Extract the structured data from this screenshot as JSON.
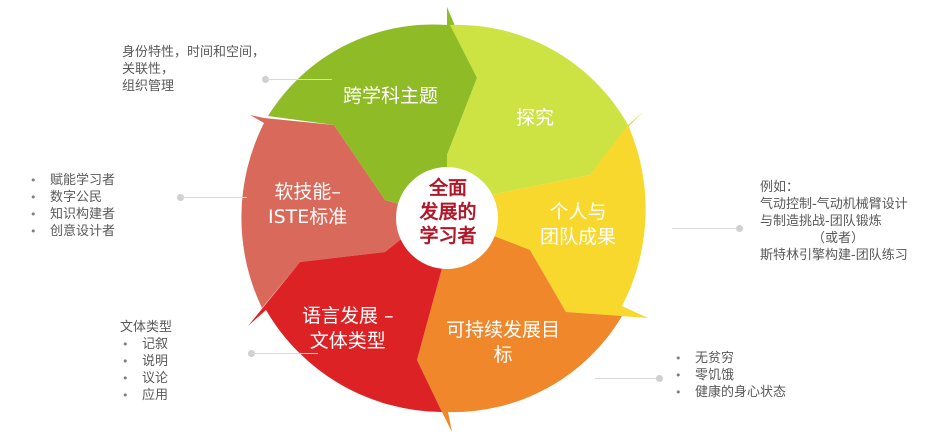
{
  "colors": {
    "interdisciplinary": "#8fbb26",
    "inquiry": "#cde343",
    "outcomes": "#f9d82e",
    "sustainability": "#f0872b",
    "language": "#dd2226",
    "soft_skills": "#d9695a",
    "center_text": "#b0182a",
    "note_text": "#595959"
  },
  "center": {
    "lines": [
      "全面",
      "发展的",
      "学习者"
    ]
  },
  "segments": [
    {
      "id": "interdisciplinary",
      "lines": [
        "跨学科主题"
      ]
    },
    {
      "id": "inquiry",
      "lines": [
        "探究"
      ]
    },
    {
      "id": "outcomes",
      "lines": [
        "个人与",
        "团队成果"
      ]
    },
    {
      "id": "sustainability",
      "lines": [
        "可持续发展目",
        "标"
      ]
    },
    {
      "id": "language",
      "lines": [
        "语言发展 –",
        "文体类型"
      ]
    },
    {
      "id": "soft_skills",
      "lines": [
        "软技能–",
        "ISTE标准"
      ]
    }
  ],
  "notes": {
    "interdisciplinary": {
      "lines": [
        "身份特性，时间和空间，",
        "关联性，",
        "组织管理"
      ]
    },
    "soft_skills": {
      "bullets": [
        "赋能学习者",
        "数字公民",
        "知识构建者",
        "创意设计者"
      ]
    },
    "language": {
      "heading": "文体类型",
      "bullets": [
        "记叙",
        "说明",
        "议论",
        "应用"
      ]
    },
    "outcomes": {
      "lines": [
        "例如：",
        "气动控制-气动机械臂设计",
        "与制造挑战-团队锻炼",
        "（或者）",
        "斯特林引擎构建-团队练习"
      ]
    },
    "sustainability": {
      "bullets": [
        "无贫穷",
        "零饥饿",
        "健康的身心状态"
      ]
    }
  }
}
